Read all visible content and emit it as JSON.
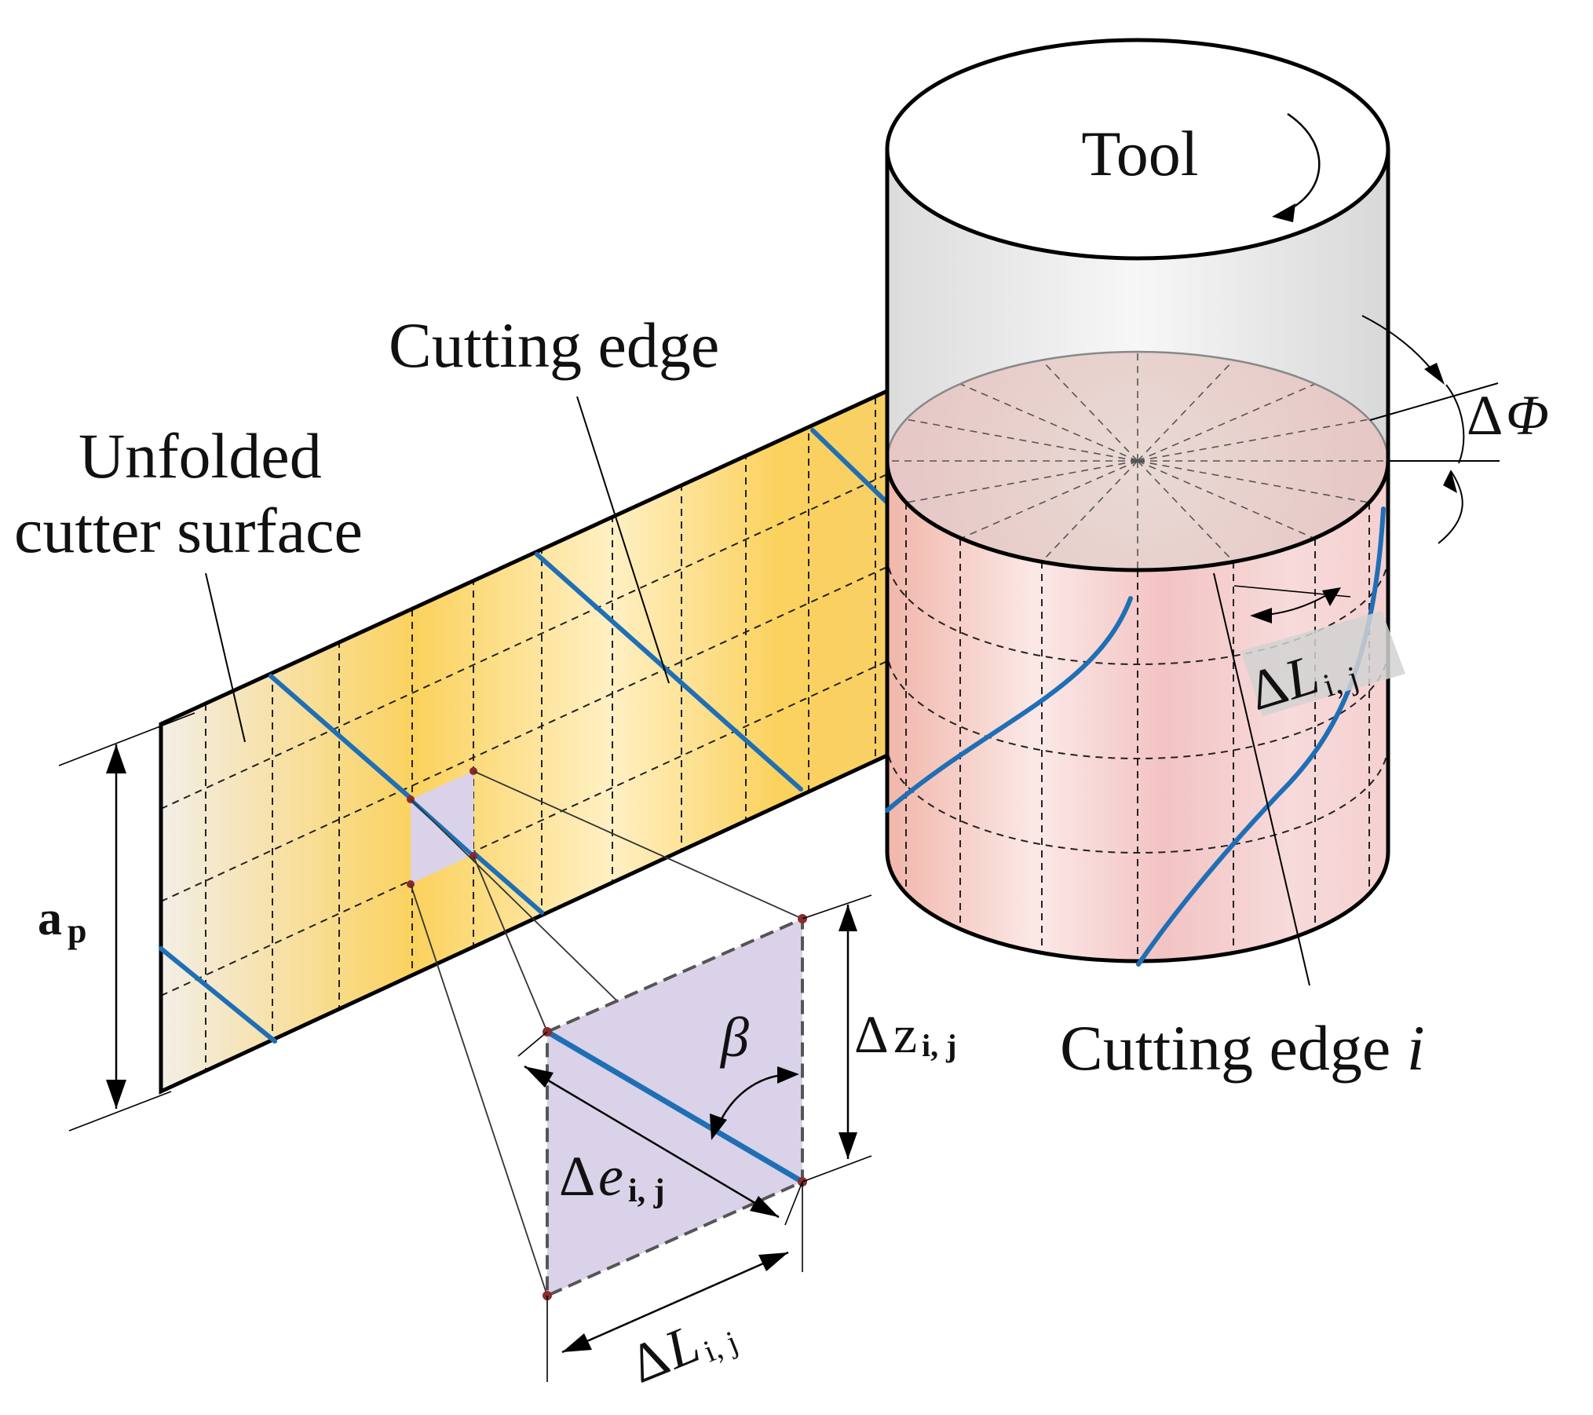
{
  "labels": {
    "tool": "Tool",
    "cutting_edge": "Cutting edge",
    "unfolded_line1": "Unfolded",
    "unfolded_line2": "cutter surface",
    "ap_main": "a",
    "ap_sub": "p",
    "delta": "Δ",
    "phi": "Φ",
    "L": "L",
    "ij_sub": "i, j",
    "z": "z",
    "e": "e",
    "beta": "β",
    "cutting_edge_i_text": "Cutting edge ",
    "cutting_edge_i_var": "i"
  },
  "colors": {
    "cutting_edge_line": "#1f6fb5",
    "unfolded_surface": "#fbd56a",
    "tool_lower": "#f2b8b8",
    "element": "#d9d2e8",
    "node": "#8b2b2b"
  }
}
